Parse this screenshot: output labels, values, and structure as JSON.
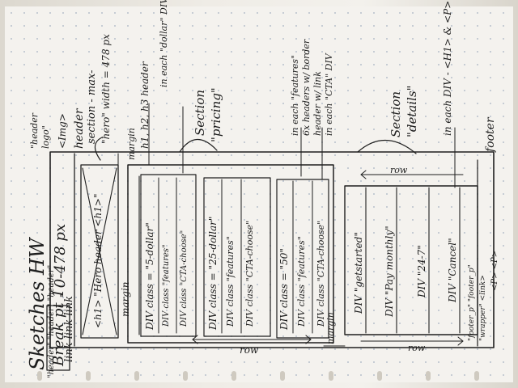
{
  "sketch": {
    "title": "Sketches HW",
    "breakpoint": "Break pt 1",
    "breakpoint_range": "- 0-478 px",
    "header": {
      "logo_label_1": "\"header",
      "logo_label_2": "logo\"",
      "logo_tag": "<Img>",
      "nav_class_labels": "\"header\" \"header\" \"header\"",
      "nav_links": "link link link",
      "annotation": "header"
    },
    "hero": {
      "heading": "<h1> \"Hero header <h1>\"",
      "annotation_line1": "section - max-",
      "annotation_line2": "\"hero\" width = 478 px"
    },
    "pricing": {
      "margin_label": "margin",
      "margin_annotation": "margin",
      "headers_annotation": "h1, h2, h3 header",
      "headers_annotation_2": "in each \"dollar\" DIV",
      "section_annotation_1": "Section",
      "section_annotation_2": "\"pricing\"",
      "features_annotation_1": "in each \"features\"",
      "features_annotation_2": "6x headers w/ border",
      "cta_annotation_1": "header w/ link",
      "cta_annotation_2": "in each \"CTA\" DIV",
      "columns": [
        {
          "dollar": "DIV class = \"5-dollar\"",
          "features": "DIV class \"features\"",
          "cta": "DIV class \"CTA-choose\""
        },
        {
          "dollar": "DIV class = \"25-dollar\"",
          "features": "DIV class \"features\"",
          "cta": "DIV class \"CTA-choose\""
        },
        {
          "dollar": "DIV class = \"50\"",
          "features": "DIV class \"features\"",
          "cta": "DIV class \"CTA-choose\""
        }
      ],
      "row_label": "row",
      "margin_right": "margin"
    },
    "details": {
      "section_annotation_1": "Section",
      "section_annotation_2": "\"details\"",
      "each_annotation": "in each DIV - <H1> & <P>",
      "row_top": "row",
      "row_bottom": "row",
      "items": [
        "DIV \"getstarted\"",
        "DIV \"Pay monthly\"",
        "DIV \"24-7\"",
        "DIV \"Cancel\""
      ]
    },
    "footer": {
      "annotation": "footer",
      "p_tags": "\"footer_p\" \"footer_p\"",
      "tags": "<P> <P>",
      "link_tags": "\"wrapper\" <link>"
    }
  }
}
